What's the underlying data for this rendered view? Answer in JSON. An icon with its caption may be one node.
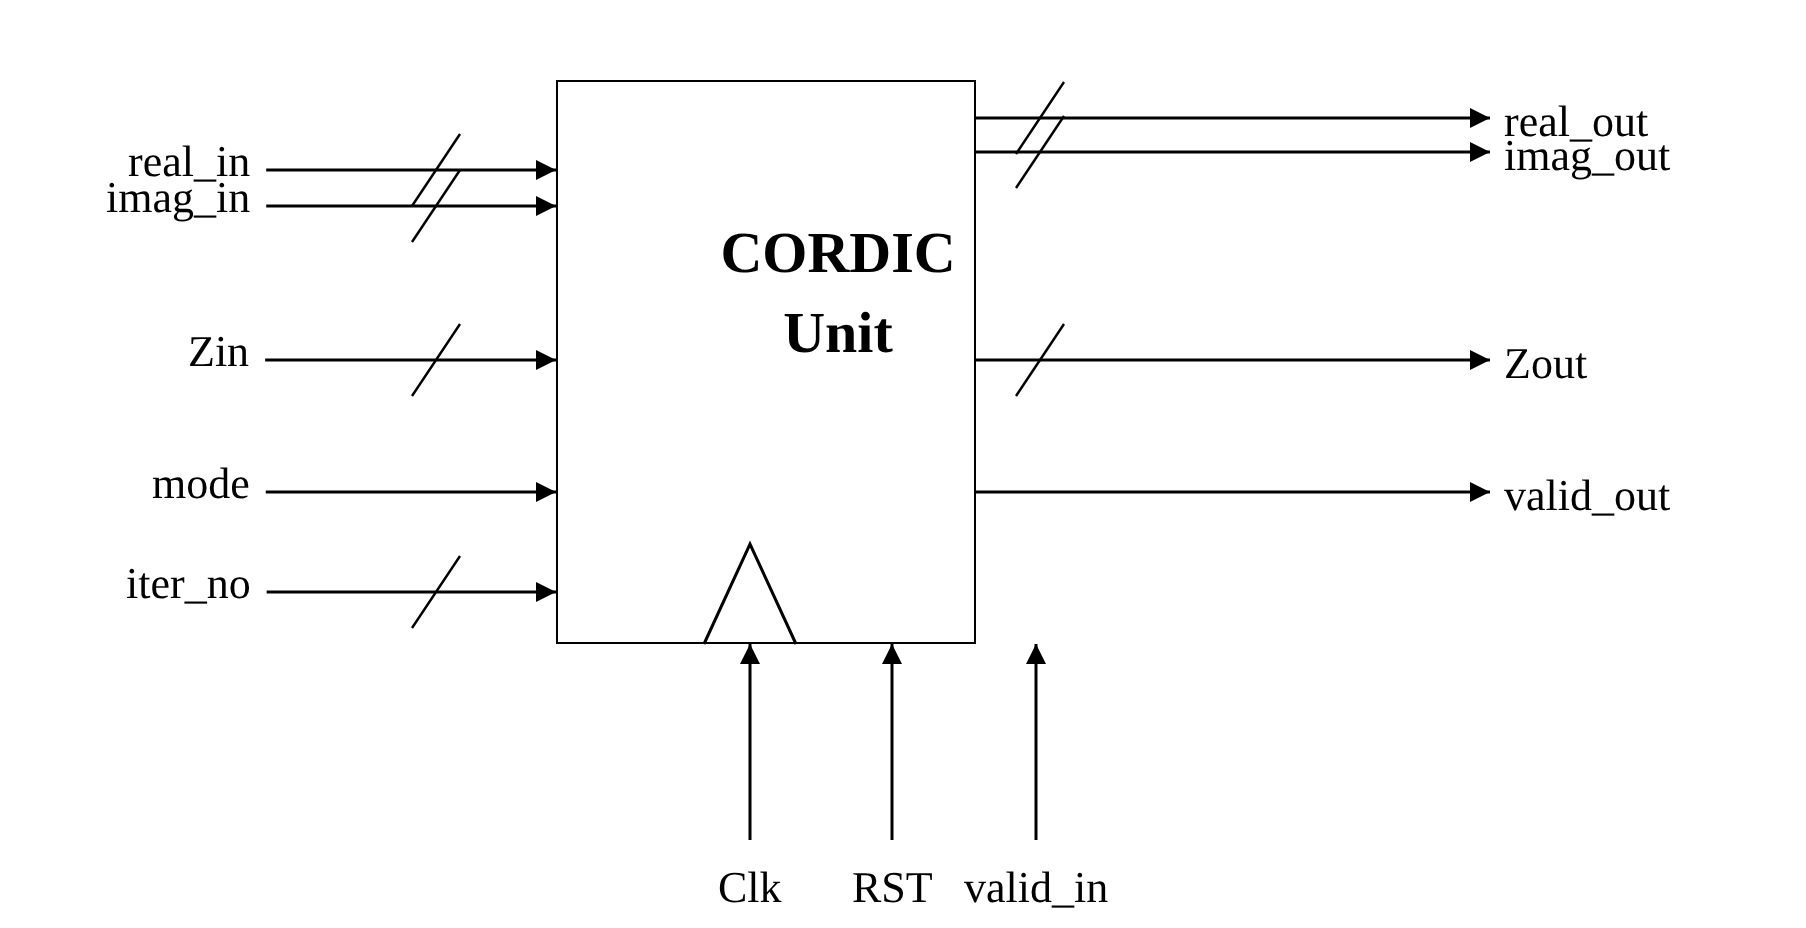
{
  "diagram": {
    "nodes": [
      {
        "text": [
          "CORDIC Unit"
        ]
      },
      {
        "text": [
          "real_in"
        ]
      },
      {
        "text": [
          "imag_in"
        ]
      },
      {
        "text": [
          "Zin"
        ]
      },
      {
        "text": [
          "mode"
        ]
      },
      {
        "text": [
          "iter_no"
        ]
      },
      {
        "text": [
          "real_out"
        ]
      },
      {
        "text": [
          "imag_out"
        ]
      },
      {
        "text": [
          "Zout"
        ]
      },
      {
        "text": [
          "valid_out"
        ]
      },
      {
        "text": [
          "Clk"
        ]
      },
      {
        "text": [
          "RST"
        ]
      },
      {
        "text": [
          "valid_in"
        ]
      }
    ],
    "edges": [
      {
        "from": 1,
        "to": 0,
        "arrow": "to"
      },
      {
        "from": 2,
        "to": 0,
        "arrow": "to"
      },
      {
        "from": 3,
        "to": 0,
        "arrow": "to"
      },
      {
        "from": 4,
        "to": 0,
        "arrow": "to"
      },
      {
        "from": 5,
        "to": 0,
        "arrow": "to"
      },
      {
        "from": 0,
        "to": 6,
        "arrow": "to"
      },
      {
        "from": 0,
        "to": 7,
        "arrow": "to"
      },
      {
        "from": 0,
        "to": 8,
        "arrow": "to"
      },
      {
        "from": 0,
        "to": 9,
        "arrow": "to"
      },
      {
        "from": 10,
        "to": 0,
        "arrow": "to"
      },
      {
        "from": 11,
        "to": 0,
        "arrow": "to"
      },
      {
        "from": 12,
        "to": 0,
        "arrow": "to"
      }
    ]
  }
}
